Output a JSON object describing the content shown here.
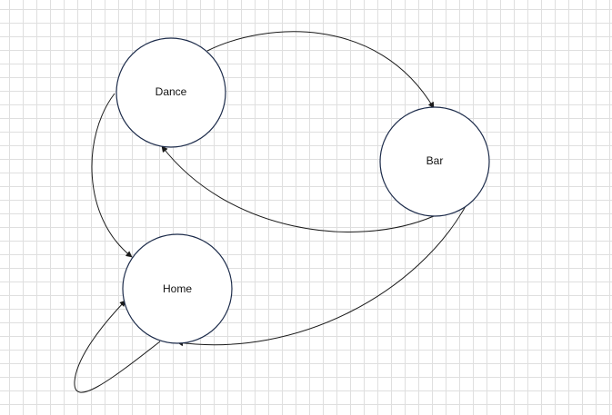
{
  "diagram": {
    "type": "state-diagram",
    "nodes": [
      {
        "id": "dance",
        "label": "Dance"
      },
      {
        "id": "bar",
        "label": "Bar"
      },
      {
        "id": "home",
        "label": "Home"
      }
    ],
    "edges": [
      {
        "from": "dance",
        "to": "bar"
      },
      {
        "from": "bar",
        "to": "dance"
      },
      {
        "from": "dance",
        "to": "home"
      },
      {
        "from": "bar",
        "to": "home"
      },
      {
        "from": "home",
        "to": "home"
      }
    ],
    "colors": {
      "node_stroke": "#1c2b4a",
      "edge": "#1a1a1a",
      "grid": "#dfdfdf",
      "background": "#ffffff"
    }
  }
}
